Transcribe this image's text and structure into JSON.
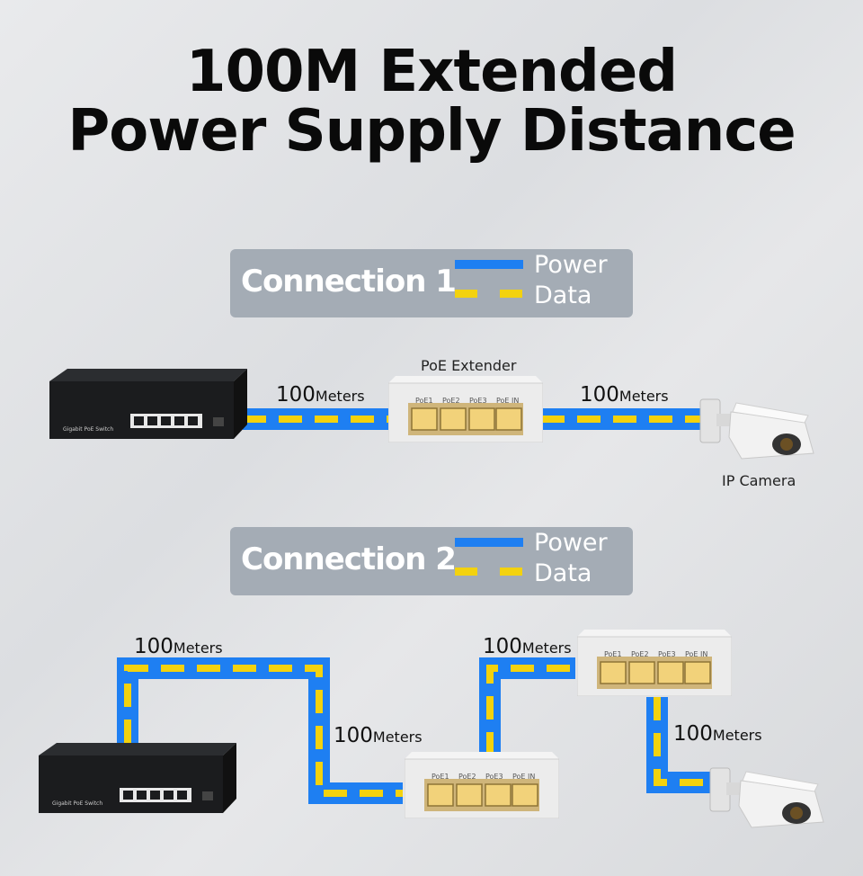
{
  "title": {
    "line1": "100M Extended",
    "line2": "Power Supply Distance"
  },
  "legend": {
    "power_label": "Power",
    "data_label": "Data",
    "colors": {
      "power": "#1e7ff2",
      "data": "#f3d20e"
    }
  },
  "connection1": {
    "title": "Connection 1",
    "distance_value": "100",
    "distance_unit": "Meters",
    "extender_caption": "PoE Extender",
    "camera_caption": "IP Camera",
    "switch_label": "Gigabit PoE Switch",
    "ports": [
      "PoE1",
      "PoE2",
      "PoE3",
      "PoE IN"
    ]
  },
  "connection2": {
    "title": "Connection 2",
    "distance_value": "100",
    "distance_unit": "Meters",
    "switch_label": "Gigabit PoE Switch",
    "ports": [
      "PoE1",
      "PoE2",
      "PoE3",
      "PoE IN"
    ]
  }
}
